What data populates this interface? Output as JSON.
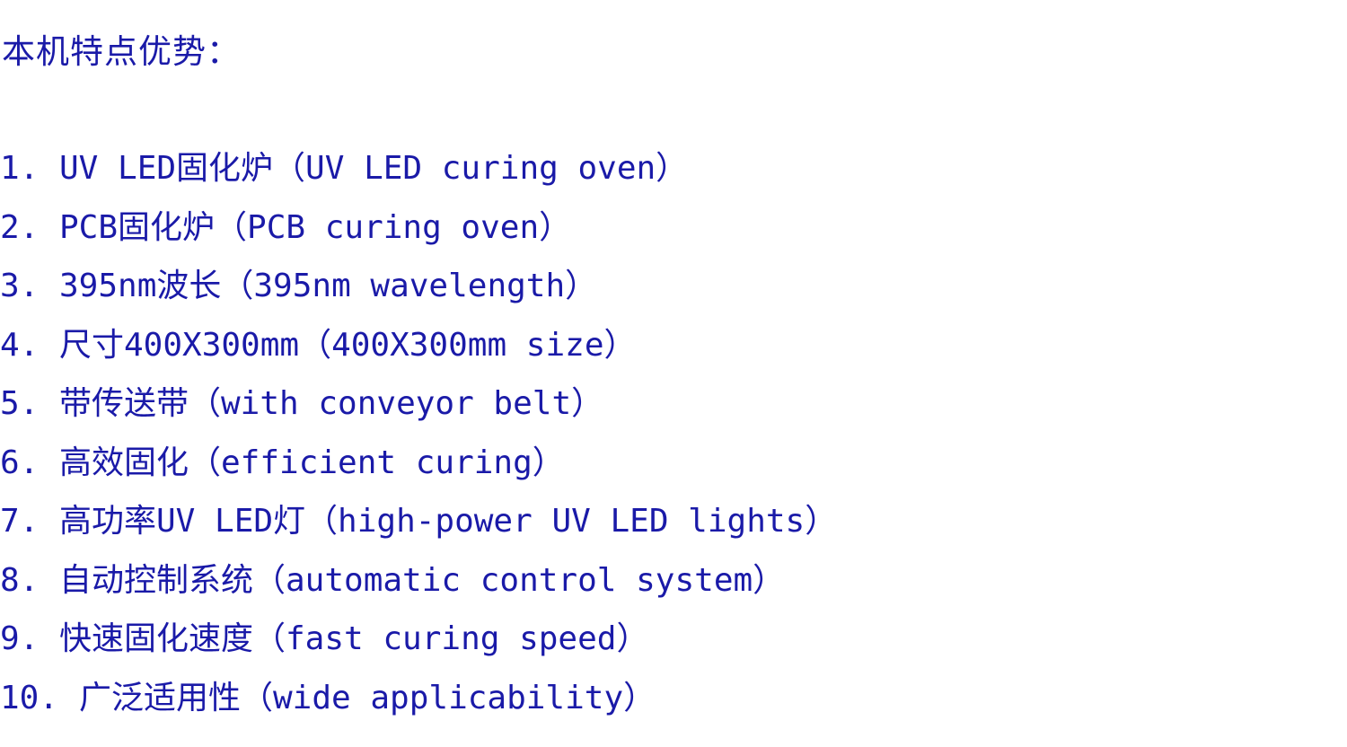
{
  "document": {
    "title": "本机特点优势：",
    "features": [
      {
        "number": "1.",
        "text": "UV LED固化炉（UV LED curing oven）"
      },
      {
        "number": "2.",
        "text": "PCB固化炉（PCB curing oven）"
      },
      {
        "number": "3.",
        "text": "395nm波长（395nm wavelength）"
      },
      {
        "number": "4.",
        "text": "尺寸400X300mm（400X300mm size）"
      },
      {
        "number": "5.",
        "text": "带传送带（with conveyor belt）"
      },
      {
        "number": "6.",
        "text": "高效固化（efficient curing）"
      },
      {
        "number": "7.",
        "text": "高功率UV LED灯（high-power UV LED lights）"
      },
      {
        "number": "8.",
        "text": "自动控制系统（automatic control system）"
      },
      {
        "number": "9.",
        "text": "快速固化速度（fast curing speed）"
      },
      {
        "number": "10.",
        "text": "广泛适用性（wide applicability）"
      }
    ]
  }
}
